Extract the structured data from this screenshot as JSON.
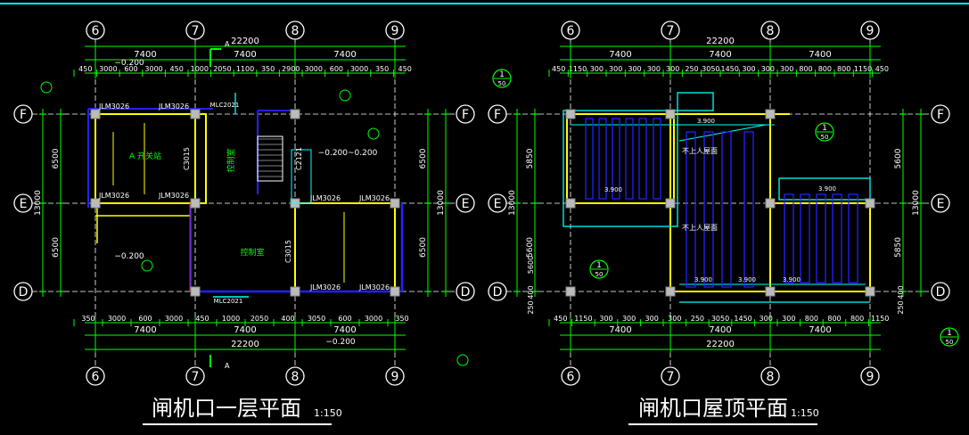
{
  "colors": {
    "background": "#000000",
    "grid": "#ffffff",
    "dim": "#00ff00",
    "wall": "#ffff00",
    "blue": "#2222ff",
    "cyan": "#00ffff",
    "red": "#ff3030",
    "label": "#00ff00"
  },
  "left_plan": {
    "title": "闸机口一层平面",
    "scale": "1:150",
    "axes_h": [
      "6",
      "7",
      "8",
      "9"
    ],
    "axes_v": [
      "F",
      "E",
      "D"
    ],
    "total_top": "22200",
    "total_bottom": "22200",
    "spans_top": [
      "7400",
      "7400",
      "7400"
    ],
    "spans_bottom": [
      "7400",
      "7400",
      "7400"
    ],
    "top_segments": [
      "450",
      "3000",
      "600",
      "3000",
      "450",
      "1000",
      "2050",
      "1100",
      "350",
      "2900",
      "3000",
      "600",
      "3000",
      "350",
      "450"
    ],
    "bottom_segments": [
      "350",
      "3000",
      "600",
      "3000",
      "450",
      "1000",
      "2050",
      "400",
      "3050",
      "600",
      "3000",
      "350"
    ],
    "left_dims": [
      "13000",
      "6500",
      "6500"
    ],
    "right_dims": [
      "13000",
      "6500",
      "6500"
    ],
    "elev_top": "−0.200",
    "elev_bottom": "−0.200",
    "elev_mid": "−0.200~0.200",
    "elev_left": "−0.200",
    "rooms": [
      "A 开关站",
      "控制室",
      "控制室"
    ],
    "doors": [
      "JLM3026",
      "JLM3026",
      "JLM3026",
      "JLM3026",
      "JLM3026",
      "JLM3026",
      "JLM3026",
      "JLM3026"
    ],
    "windows": [
      "C3015",
      "C2121",
      "C3015",
      "MLC2021",
      "MLC2021"
    ],
    "section_mark": "A"
  },
  "right_plan": {
    "title": "闸机口屋顶平面",
    "scale": "1:150",
    "axes_h": [
      "6",
      "7",
      "8",
      "9"
    ],
    "axes_v": [
      "F",
      "E",
      "D"
    ],
    "total_top": "22200",
    "total_bottom": "22200",
    "spans_top": [
      "7400",
      "7400",
      "7400"
    ],
    "spans_bottom": [
      "7400",
      "7400",
      "7400"
    ],
    "top_segments": [
      "450",
      "1150",
      "300",
      "300",
      "300",
      "300",
      "300",
      "250",
      "3050",
      "1450",
      "300",
      "300",
      "300",
      "800",
      "800",
      "800",
      "1150",
      "450"
    ],
    "bottom_segments": [
      "450",
      "1150",
      "300",
      "300",
      "300",
      "300",
      "250",
      "3050",
      "1450",
      "300",
      "300",
      "800",
      "800",
      "800",
      "1150"
    ],
    "left_dims": [
      "13000",
      "5850",
      "5600",
      "400",
      "250"
    ],
    "right_dims": [
      "13000",
      "5600",
      "5850",
      "400",
      "250"
    ],
    "elev_marks": [
      "3.900",
      "3.900",
      "3.900",
      "3.900",
      "3.900",
      "3.900"
    ],
    "rooms": [
      "不上人屋面",
      "不上人屋面"
    ],
    "detail_refs": [
      "1",
      "1",
      "1",
      "1"
    ],
    "detail_sub": "50"
  }
}
